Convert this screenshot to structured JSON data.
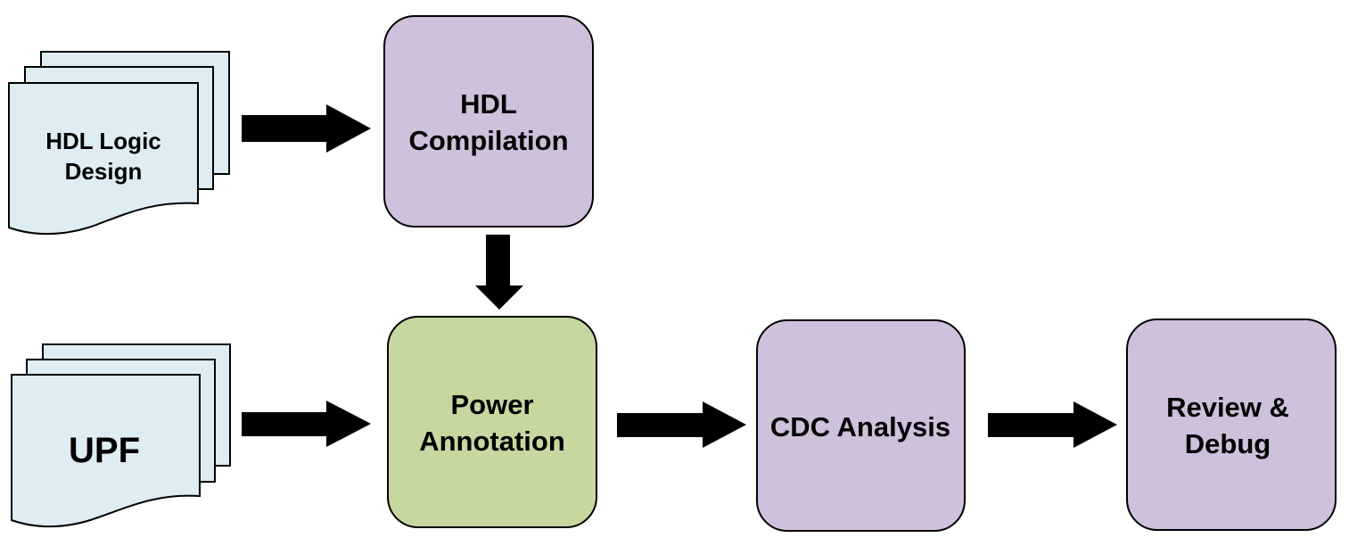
{
  "colors": {
    "document_fill": "#ddedf3",
    "process_fill_purple": "#cfc0dc",
    "process_fill_green": "#c6d89f",
    "stroke": "#000000",
    "arrow": "#000000"
  },
  "documents": {
    "hdl_logic_design": {
      "line1": "HDL Logic",
      "line2": "Design"
    },
    "upf": {
      "label": "UPF"
    }
  },
  "processes": {
    "hdl_compilation": {
      "line1": "HDL",
      "line2": "Compilation"
    },
    "power_annotation": {
      "line1": "Power",
      "line2": "Annotation"
    },
    "cdc_analysis": {
      "label": "CDC Analysis"
    },
    "review_debug": {
      "line1": "Review &",
      "line2": "Debug"
    }
  }
}
